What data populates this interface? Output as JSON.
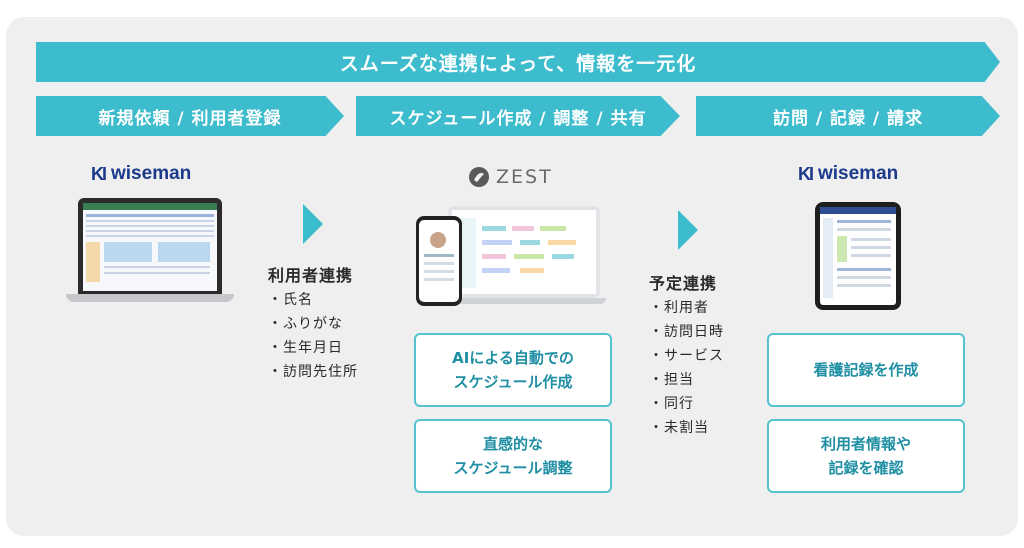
{
  "banner": "スムーズな連携によって、情報を一元化",
  "steps": [
    {
      "label": "新規依頼 / 利用者登録"
    },
    {
      "label": "スケジュール作成 / 調整 / 共有"
    },
    {
      "label": "訪問 / 記録 / 請求"
    }
  ],
  "logos": {
    "wiseman_mark": "KI",
    "wiseman": "wiseman",
    "zest": "ZEST"
  },
  "left_link": {
    "title": "利用者連携",
    "items": [
      "氏名",
      "ふりがな",
      "生年月日",
      "訪問先住所"
    ]
  },
  "middle_boxes": [
    {
      "lines": [
        "AIによる自動での",
        "スケジュール作成"
      ]
    },
    {
      "lines": [
        "直感的な",
        "スケジュール調整"
      ]
    }
  ],
  "right_link": {
    "title": "予定連携",
    "items": [
      "利用者",
      "訪問日時",
      "サービス",
      "担当",
      "同行",
      "未割当"
    ]
  },
  "right_boxes": [
    {
      "lines": [
        "看護記録を作成"
      ]
    },
    {
      "lines": [
        "利用者情報や",
        "記録を確認"
      ]
    }
  ],
  "colors": {
    "teal": "#3cbccc",
    "teal_border": "#55c3cf",
    "teal_text": "#1f8fa3",
    "navy": "#1b3a8c",
    "panel_bg": "#efeff0"
  }
}
